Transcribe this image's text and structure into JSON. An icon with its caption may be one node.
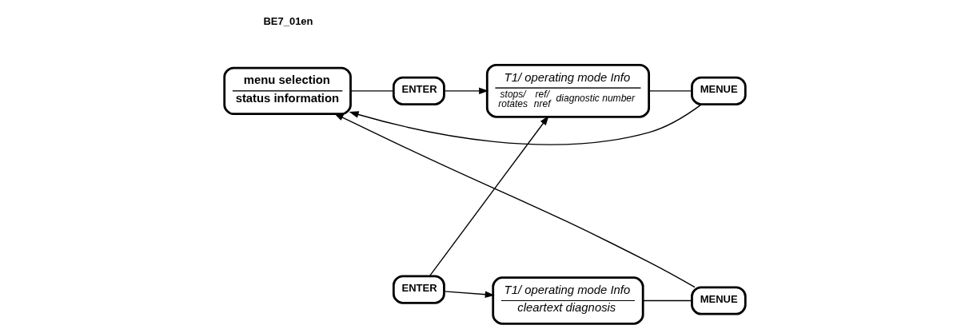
{
  "diagram": {
    "nodes": [
      {
        "text": [
          "menu selection",
          "status information"
        ]
      },
      {
        "text": [
          "ENTER"
        ]
      },
      {
        "text": [
          "T1/ operating mode Info",
          "stops/ rotates",
          "ref/ nref",
          "diagnostic number"
        ]
      },
      {
        "text": [
          "MENUE"
        ]
      },
      {
        "text": [
          "ENTER"
        ]
      },
      {
        "text": [
          "T1/ operating mode Info",
          "cleartext diagnosis"
        ]
      },
      {
        "text": [
          "MENUE"
        ]
      }
    ],
    "edges": [
      {
        "from": 0,
        "to": 1,
        "arrow": "none"
      },
      {
        "from": 1,
        "to": 2,
        "arrow": "to"
      },
      {
        "from": 2,
        "to": 3,
        "arrow": "none"
      },
      {
        "from": 3,
        "to": 0,
        "arrow": "to"
      },
      {
        "from": 4,
        "to": 2,
        "arrow": "to"
      },
      {
        "from": 4,
        "to": 5,
        "arrow": "to"
      },
      {
        "from": 5,
        "to": 6,
        "arrow": "none"
      },
      {
        "from": 6,
        "to": 0,
        "arrow": "to"
      }
    ],
    "labels": [
      "BE7_01en"
    ]
  }
}
